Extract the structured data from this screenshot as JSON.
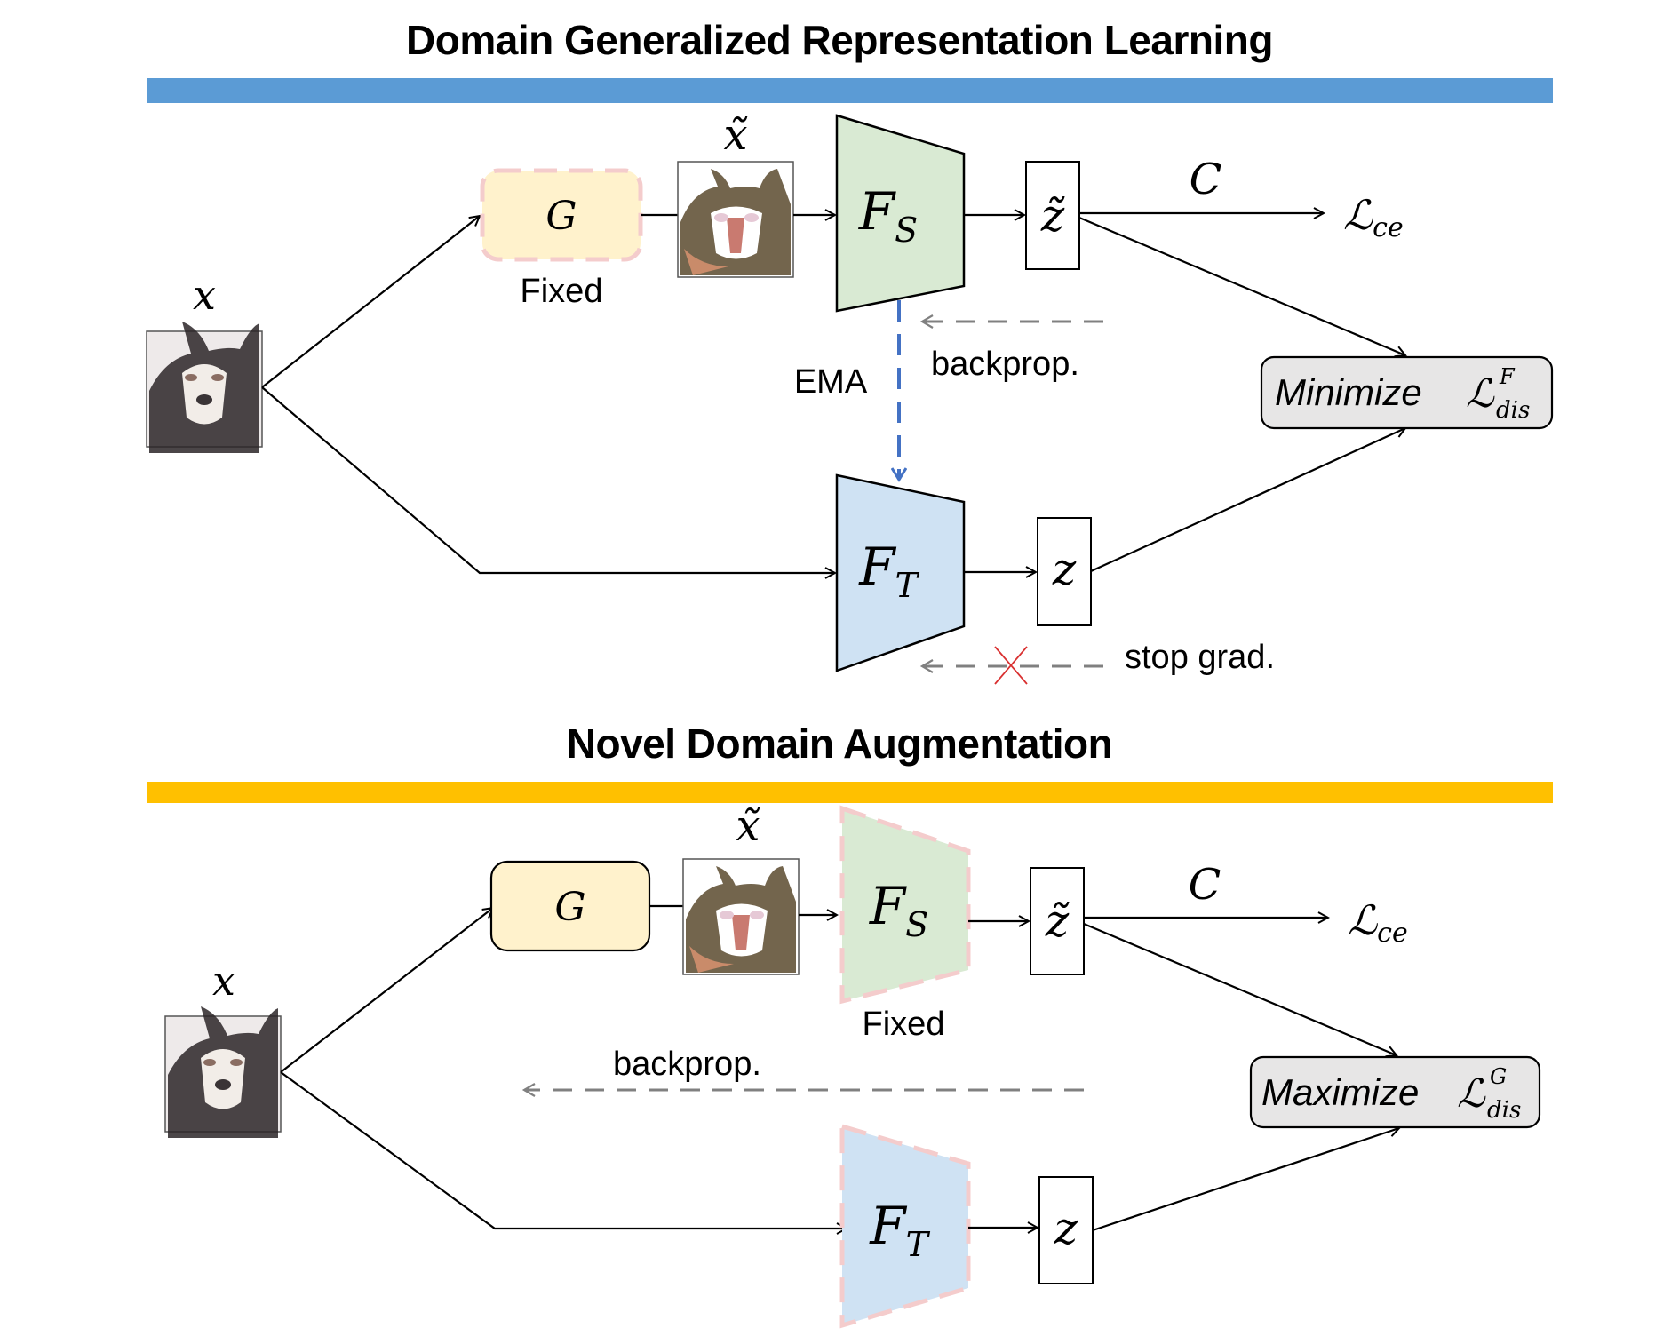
{
  "sections": [
    {
      "title": "Domain Generalized Representation Learning",
      "bar_color": "#5b9bd5",
      "input_label": "x",
      "generator_label": "G",
      "generator_note": "Fixed",
      "aug_label": "x̃",
      "student_label": "F",
      "student_sub": "S",
      "teacher_label": "F",
      "teacher_sub": "T",
      "ztilde_label": "z̃",
      "z_label": "z",
      "classifier_label": "C",
      "loss_ce": "ℒ",
      "loss_ce_sub": "ce",
      "ema_label": "EMA",
      "backprop_label": "backprop.",
      "stopgrad_label": "stop grad.",
      "objective_verb": "Minimize",
      "objective_loss": "ℒ",
      "objective_sup": "F",
      "objective_sub": "dis"
    },
    {
      "title": "Novel Domain Augmentation",
      "bar_color": "#ffc000",
      "input_label": "x",
      "generator_label": "G",
      "aug_label": "x̃",
      "student_label": "F",
      "student_sub": "S",
      "student_note": "Fixed",
      "teacher_label": "F",
      "teacher_sub": "T",
      "ztilde_label": "z̃",
      "z_label": "z",
      "classifier_label": "C",
      "loss_ce": "ℒ",
      "loss_ce_sub": "ce",
      "backprop_label": "backprop.",
      "objective_verb": "Maximize",
      "objective_loss": "ℒ",
      "objective_sup": "G",
      "objective_sub": "dis"
    }
  ],
  "colors": {
    "generator_fill": "#fff2cc",
    "student_fill": "#d9ead3",
    "teacher_fill": "#cfe2f3",
    "fixed_dash": "#f4cccc",
    "ema_arrow": "#4472c4",
    "backprop_arrow": "#808080",
    "stop_cross": "#e06666",
    "objective_fill": "#e7e6e6"
  }
}
